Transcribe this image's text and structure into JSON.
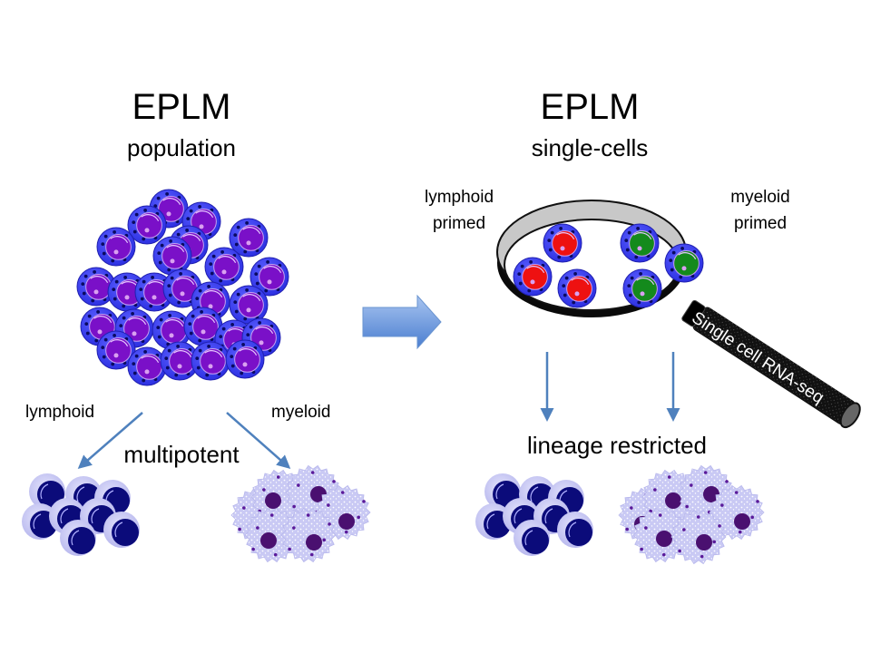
{
  "left_panel": {
    "title": "EPLM",
    "subtitle": "population",
    "branch_left_label": "lymphoid",
    "branch_right_label": "myeloid",
    "potency_label": "multipotent"
  },
  "right_panel": {
    "title": "EPLM",
    "subtitle": "single-cells",
    "primed_left_line1": "lymphoid",
    "primed_left_line2": "primed",
    "primed_right_line1": "myeloid",
    "primed_right_line2": "primed",
    "magnifier_handle_label": "Single cell RNA-seq",
    "restriction_label": "lineage restricted"
  },
  "icons": {
    "transition_arrow": "right-block-arrow",
    "magnifier": "magnifying-glass",
    "progenitor_cell": "blue-cell-purple-nucleus",
    "lymphoid_primed_cell": "blue-cell-red-nucleus",
    "myeloid_primed_cell": "blue-cell-green-nucleus",
    "lymphocyte": "lymphocyte-cluster",
    "myeloid_cell": "granulocyte-cluster"
  },
  "colors": {
    "cell_membrane": "#3a3ef0",
    "cell_nucleus": "#7a10c8",
    "nucleolus": "#d9a0f0",
    "lymphoid_nucleus": "#ee1111",
    "myeloid_nucleus": "#148a1c",
    "arrow": "#4f81bd",
    "lymphocyte_body": "#0b0b7a",
    "lymphocyte_halo": "#c8c8f4",
    "granulocyte_body": "#c9c9f4",
    "granulocyte_nucleus": "#4a1070"
  }
}
